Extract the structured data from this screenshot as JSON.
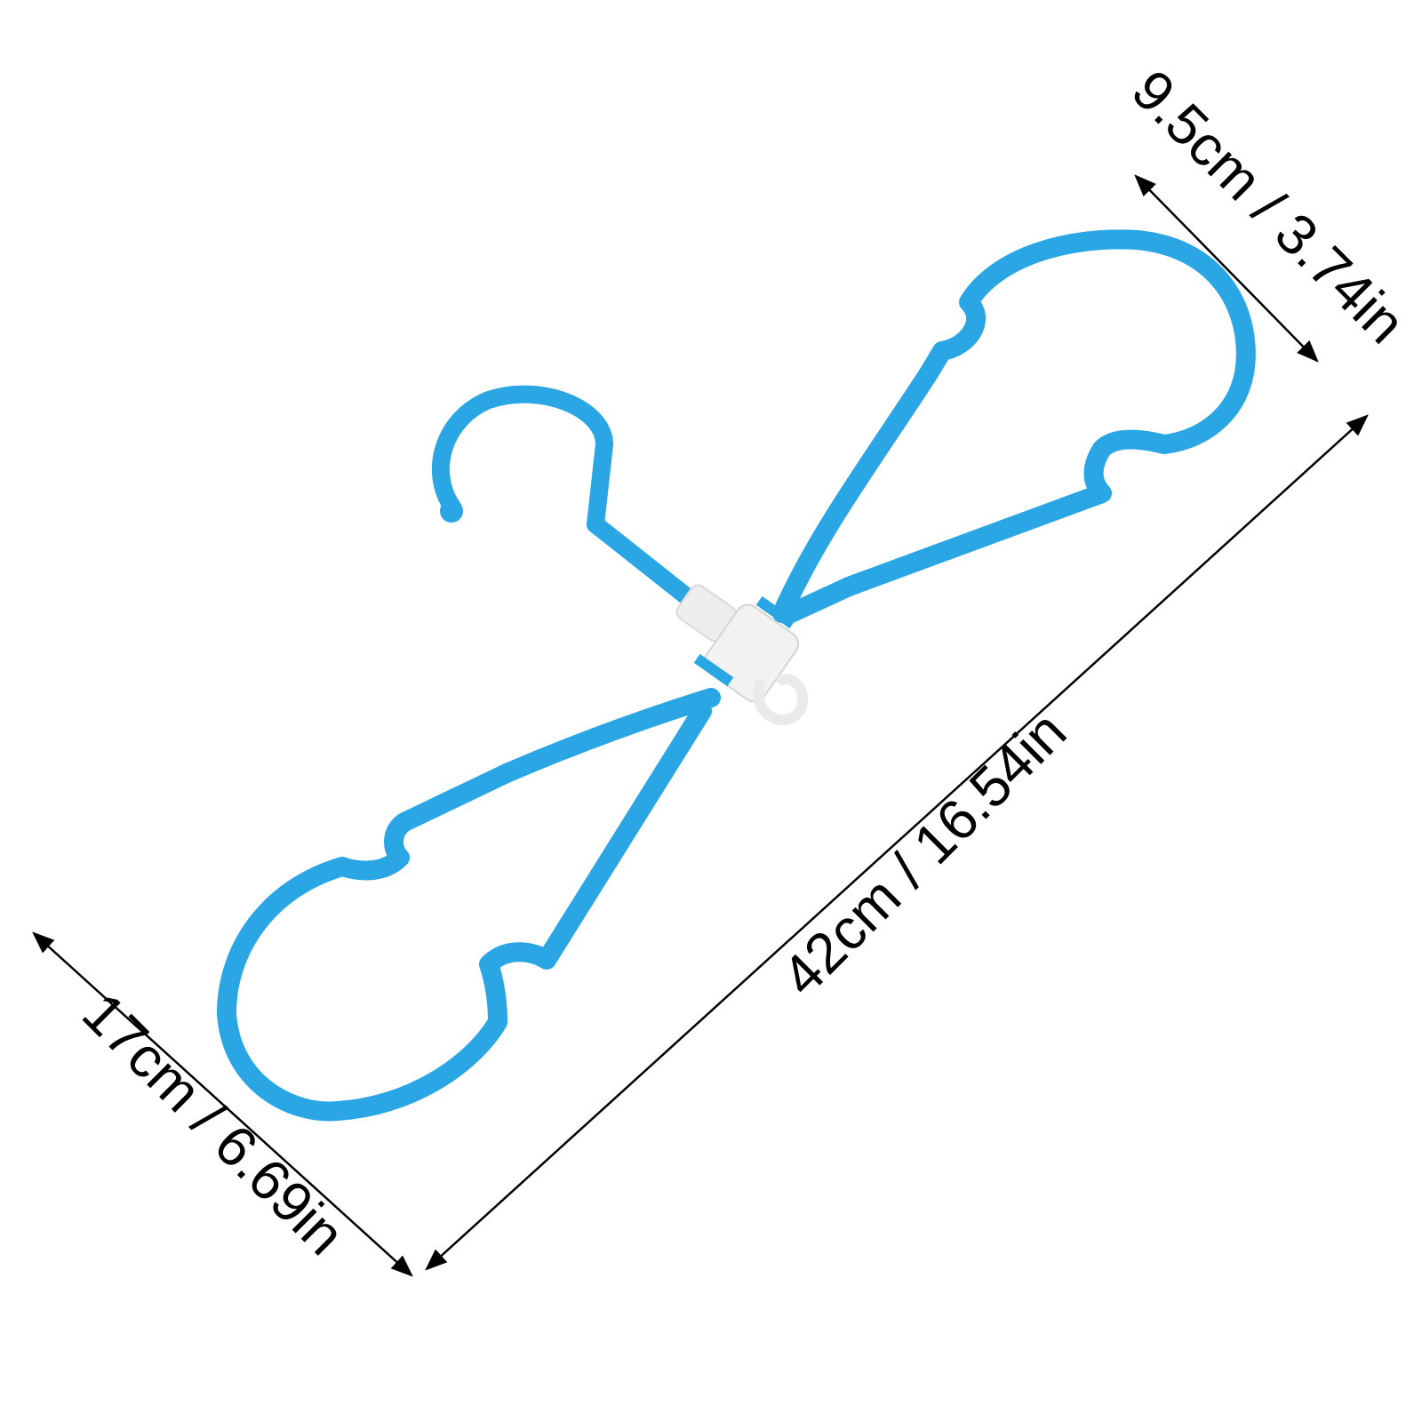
{
  "colors": {
    "background": "#ffffff",
    "hanger_blue": "#2aa6e4",
    "hanger_blue_dark": "#1b8fc9",
    "clip_white": "#f0f0f0",
    "dimension_line": "#000000"
  },
  "dimensions": {
    "top_right": "9.5cm / 3.74in",
    "diagonal": "42cm / 16.54in",
    "bottom_left": "17cm / 6.69in"
  }
}
